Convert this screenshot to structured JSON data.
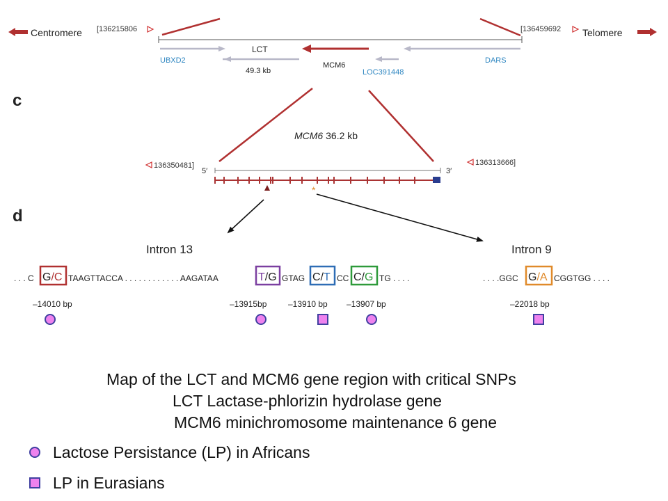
{
  "top_map": {
    "left_arrow_label": "Centromere",
    "left_coord": "[136215806",
    "right_arrow_label": "Telomere",
    "right_coord": "[136459692",
    "genes": [
      "UBXD2",
      "LCT",
      "MCM6",
      "LOC391448",
      "DARS"
    ],
    "lct_size": "49.3 kb"
  },
  "panel_c": {
    "letter": "c",
    "title_gene": "MCM6",
    "title_size": "36.2 kb",
    "left_coord": "136350481]",
    "right_coord": "136313666]",
    "five_prime": "5′",
    "three_prime": "3′"
  },
  "panel_d": {
    "letter": "d",
    "intron13_label": "Intron 13",
    "intron9_label": "Intron 9",
    "seq_prefix": ". . . C",
    "snp1": "G/C",
    "seq_mid1": "TAAGTTACCA . . . . . . . . . . . . AAGATAA",
    "snp2": "T/G",
    "seq_mid2": "GTAG",
    "snp3": "C/T",
    "seq_mid3": "CC",
    "snp4": "C/G",
    "seq_suffix": "TG . . . .",
    "seq9_prefix": ". . . .GGC",
    "snp5": "G/A",
    "seq9_suffix": "CGGTGG . . . .",
    "positions": [
      "–14010 bp",
      "–13915bp",
      "–13910 bp",
      "–13907 bp",
      "–22018 bp"
    ],
    "markers": [
      "circle",
      "circle",
      "square",
      "circle",
      "square"
    ]
  },
  "caption": {
    "line1": "Map of the LCT and MCM6 gene region with critical SNPs",
    "line2": "LCT Lactase-phlorizin hydrolase gene",
    "line3": "MCM6 minichromosome maintenance 6 gene"
  },
  "legend": {
    "africans": "Lactose Persistance (LP) in Africans",
    "eurasians": "LP in Eurasians"
  },
  "colors": {
    "dark_red": "#b03030",
    "gene_blue": "#2e86c1",
    "gray_arrow": "#b8b8c8",
    "marker_fill": "#ee82ee",
    "marker_stroke": "#4040a0",
    "box1": "#b03030",
    "box2": "#7b3fa0",
    "box3": "#2e6db5",
    "box4": "#2e9a3a",
    "box5": "#e08a2a"
  }
}
